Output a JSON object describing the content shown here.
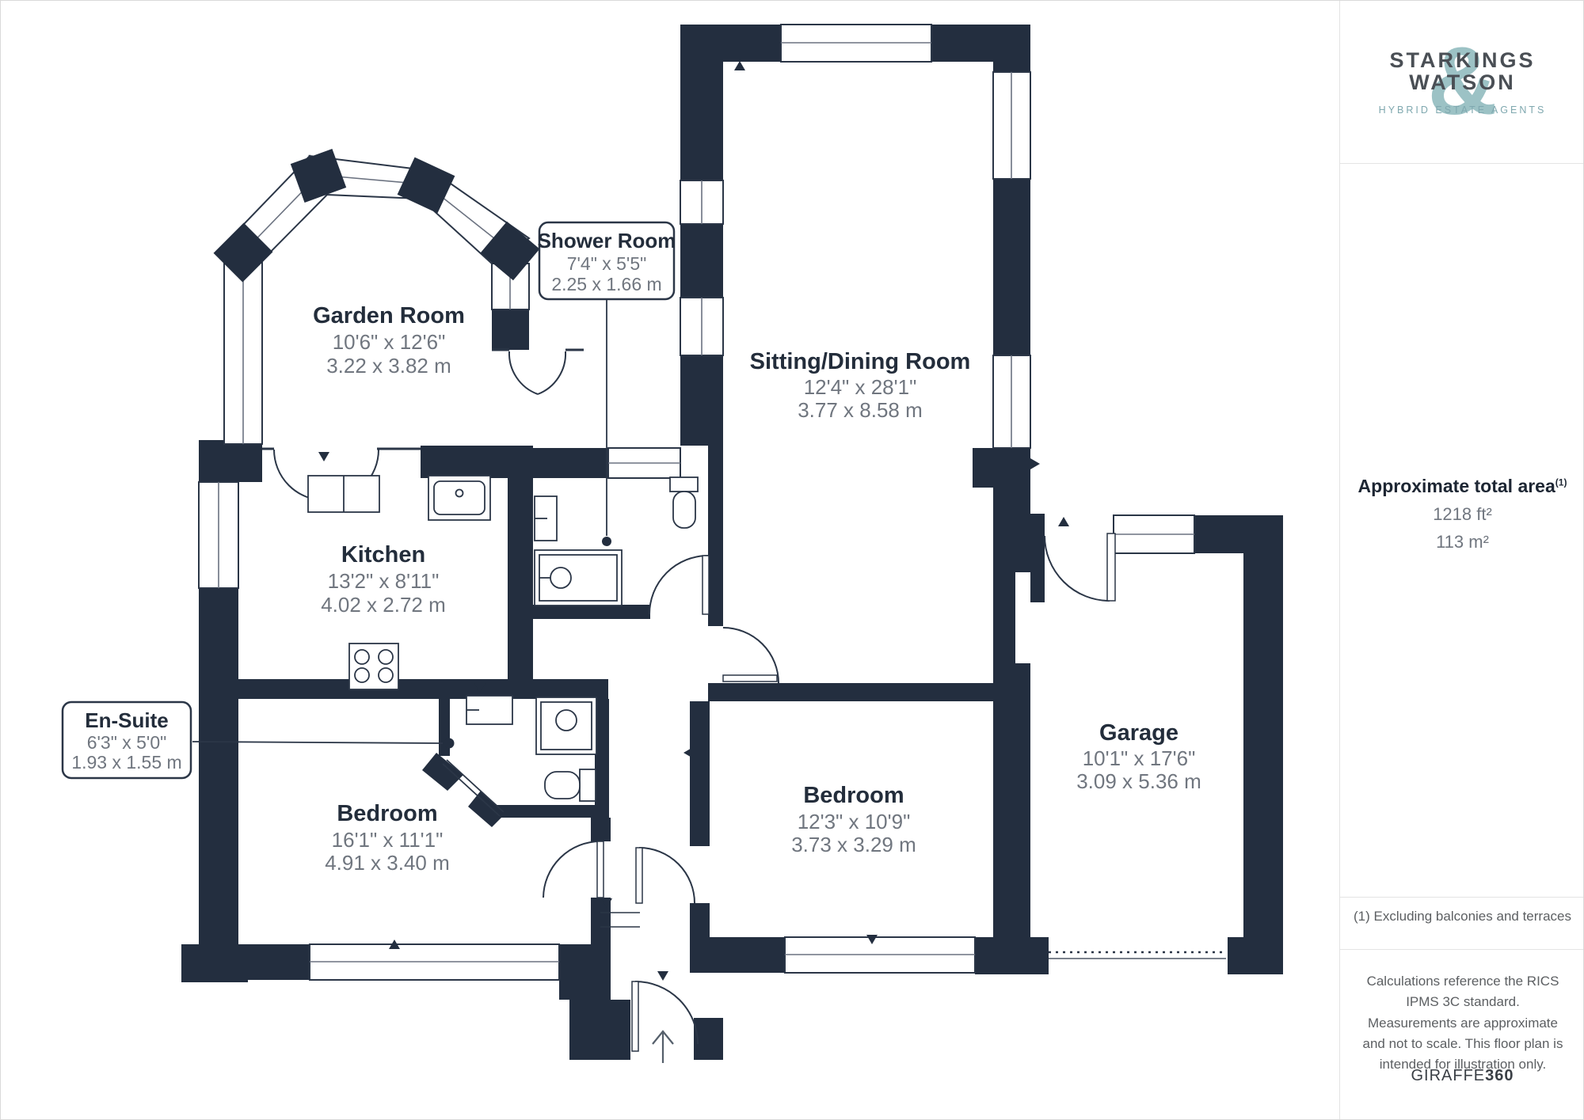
{
  "brand": {
    "line1": "STARKINGS",
    "line2": "WATSON",
    "ampersand": "&",
    "tagline": "HYBRID ESTATE AGENTS"
  },
  "sidebar": {
    "area_heading": "Approximate total area",
    "area_note_ref": "(1)",
    "area_ft": "1218 ft²",
    "area_m": "113 m²",
    "footnote": "(1) Excluding balconies and terraces",
    "disclaimer": "Calculations reference the RICS IPMS 3C standard. Measurements are approximate and not to scale. This floor plan is intended for illustration only.",
    "credit_name": "GIRAFFE",
    "credit_number": "360"
  },
  "rooms": {
    "garden": {
      "name": "Garden Room",
      "imperial": "10'6\" x 12'6\"",
      "metric": "3.22 x 3.82 m"
    },
    "shower": {
      "name": "Shower Room",
      "imperial": "7'4\" x 5'5\"",
      "metric": "2.25 x 1.66 m"
    },
    "sitting": {
      "name": "Sitting/Dining Room",
      "imperial": "12'4\" x 28'1\"",
      "metric": "3.77 x 8.58 m"
    },
    "kitchen": {
      "name": "Kitchen",
      "imperial": "13'2\" x 8'11\"",
      "metric": "4.02 x 2.72 m"
    },
    "ensuite": {
      "name": "En-Suite",
      "imperial": "6'3\" x 5'0\"",
      "metric": "1.93 x 1.55 m"
    },
    "bedroom1": {
      "name": "Bedroom",
      "imperial": "16'1\" x 11'1\"",
      "metric": "4.91 x 3.40 m"
    },
    "bedroom2": {
      "name": "Bedroom",
      "imperial": "12'3\" x 10'9\"",
      "metric": "3.73 x 3.29 m"
    },
    "garage": {
      "name": "Garage",
      "imperial": "10'1\" x 17'6\"",
      "metric": "3.09 x 5.36 m"
    }
  },
  "colors": {
    "wall_navy": "#232e3f",
    "logo_teal": "#9cc2c5",
    "dim_gray": "#70767f"
  }
}
